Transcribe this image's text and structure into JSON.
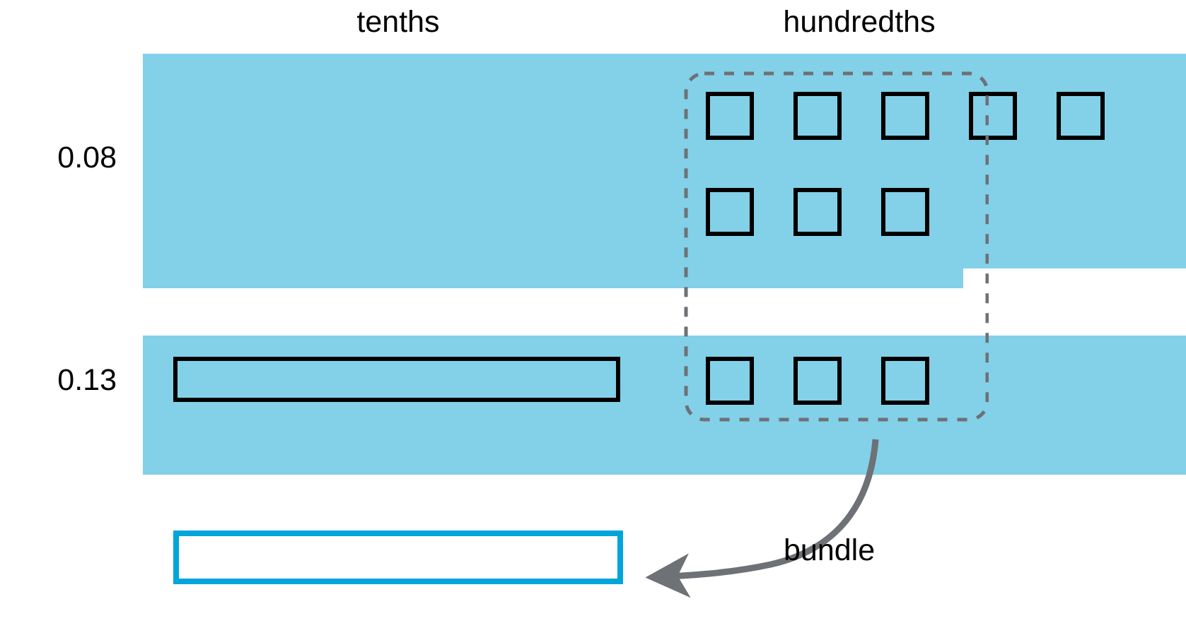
{
  "headers": {
    "tenths": "tenths",
    "hundredths": "hundredths"
  },
  "rows": [
    {
      "label": "0.08",
      "tenths_count": 0,
      "hundredths_count": 8,
      "hundredths_rows": [
        5,
        3
      ]
    },
    {
      "label": "0.13",
      "tenths_count": 1,
      "hundredths_count": 3,
      "hundredths_rows": [
        3
      ]
    }
  ],
  "annotation": {
    "bundle_label": "bundle",
    "bundle_arrow": "curved-arrow"
  },
  "colors": {
    "band_fill": "#83d0e9",
    "piece_outline": "#000000",
    "bundle_outline": "#00a5da",
    "dashed_group": "#6e7175",
    "arrow": "#6e7175",
    "text": "#000000",
    "background": "#ffffff"
  },
  "chart_data": {
    "type": "table",
    "title": "",
    "categories": [
      "tenths",
      "hundredths"
    ],
    "series": [
      {
        "name": "0.08",
        "values": [
          0,
          8
        ]
      },
      {
        "name": "0.13",
        "values": [
          1,
          3
        ]
      }
    ],
    "annotations": [
      "bundle"
    ]
  }
}
